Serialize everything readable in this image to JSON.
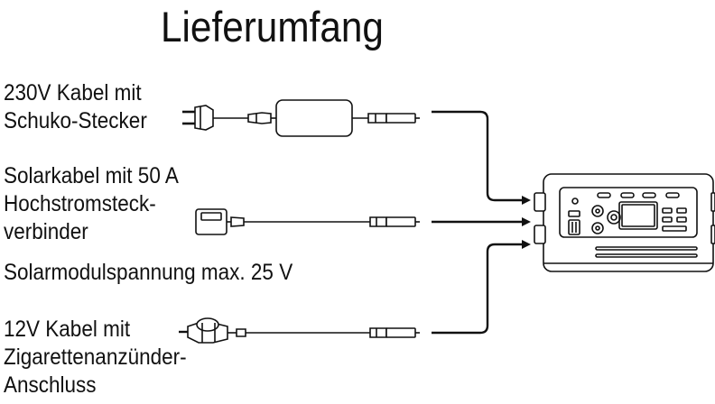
{
  "title": "Lieferumfang",
  "items": [
    {
      "lines": [
        "230V Kabel mit",
        "Schuko-Stecker"
      ]
    },
    {
      "lines": [
        "Solarkabel mit 50 A",
        "Hochstromsteck-",
        "verbinder"
      ]
    },
    {
      "lines": [
        "Solarmodulspannung max. 25 V"
      ]
    },
    {
      "lines": [
        "12V Kabel mit",
        "Zigarettenanzünder-",
        "Anschluss"
      ]
    }
  ],
  "icons": [
    "ac-cable-icon",
    "solar-cable-icon",
    "car-cable-icon",
    "power-station-icon"
  ],
  "colors": {
    "line": "#111111",
    "background": "#ffffff"
  }
}
